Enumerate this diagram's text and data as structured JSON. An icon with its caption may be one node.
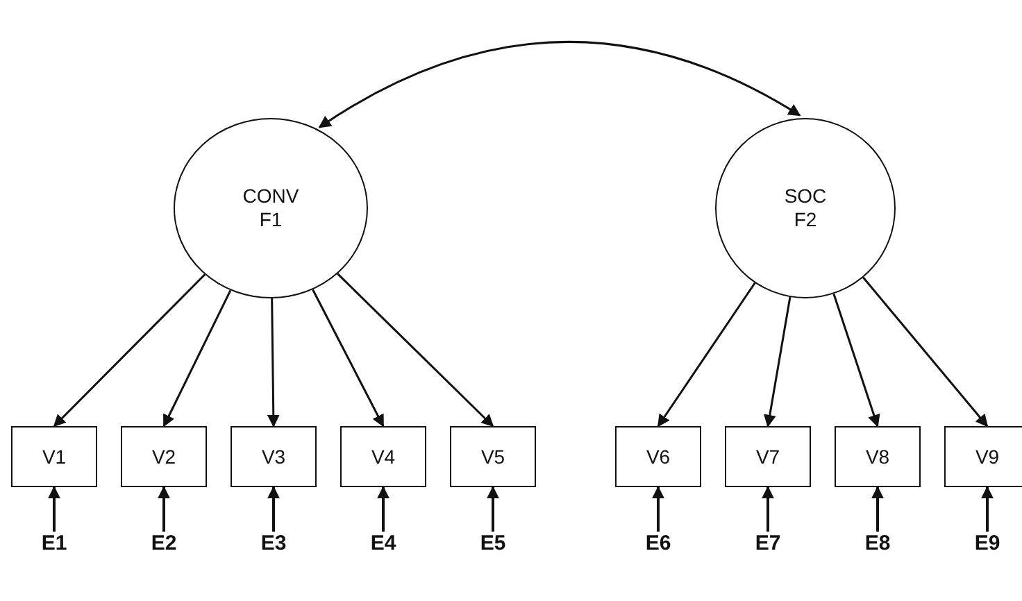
{
  "diagram": {
    "nodes": [
      {
        "text": [
          "CONV",
          "F1"
        ]
      },
      {
        "text": [
          "SOC",
          "F2"
        ]
      },
      {
        "text": [
          "V1"
        ]
      },
      {
        "text": [
          "V2"
        ]
      },
      {
        "text": [
          "V3"
        ]
      },
      {
        "text": [
          "V4"
        ]
      },
      {
        "text": [
          "V5"
        ]
      },
      {
        "text": [
          "V6"
        ]
      },
      {
        "text": [
          "V7"
        ]
      },
      {
        "text": [
          "V8"
        ]
      },
      {
        "text": [
          "V9"
        ]
      },
      {
        "text": [
          "E1"
        ]
      },
      {
        "text": [
          "E2"
        ]
      },
      {
        "text": [
          "E3"
        ]
      },
      {
        "text": [
          "E4"
        ]
      },
      {
        "text": [
          "E5"
        ]
      },
      {
        "text": [
          "E6"
        ]
      },
      {
        "text": [
          "E7"
        ]
      },
      {
        "text": [
          "E8"
        ]
      },
      {
        "text": [
          "E9"
        ]
      }
    ],
    "edges": [
      {
        "from": 0,
        "to": 1,
        "arrow": "both"
      },
      {
        "from": 0,
        "to": 2,
        "arrow": "to"
      },
      {
        "from": 0,
        "to": 3,
        "arrow": "to"
      },
      {
        "from": 0,
        "to": 4,
        "arrow": "to"
      },
      {
        "from": 0,
        "to": 5,
        "arrow": "to"
      },
      {
        "from": 0,
        "to": 6,
        "arrow": "to"
      },
      {
        "from": 1,
        "to": 7,
        "arrow": "to"
      },
      {
        "from": 1,
        "to": 8,
        "arrow": "to"
      },
      {
        "from": 1,
        "to": 9,
        "arrow": "to"
      },
      {
        "from": 1,
        "to": 10,
        "arrow": "to"
      },
      {
        "from": 11,
        "to": 2,
        "arrow": "to"
      },
      {
        "from": 12,
        "to": 3,
        "arrow": "to"
      },
      {
        "from": 13,
        "to": 4,
        "arrow": "to"
      },
      {
        "from": 14,
        "to": 5,
        "arrow": "to"
      },
      {
        "from": 15,
        "to": 6,
        "arrow": "to"
      },
      {
        "from": 16,
        "to": 7,
        "arrow": "to"
      },
      {
        "from": 17,
        "to": 8,
        "arrow": "to"
      },
      {
        "from": 18,
        "to": 9,
        "arrow": "to"
      },
      {
        "from": 19,
        "to": 10,
        "arrow": "to"
      }
    ]
  }
}
